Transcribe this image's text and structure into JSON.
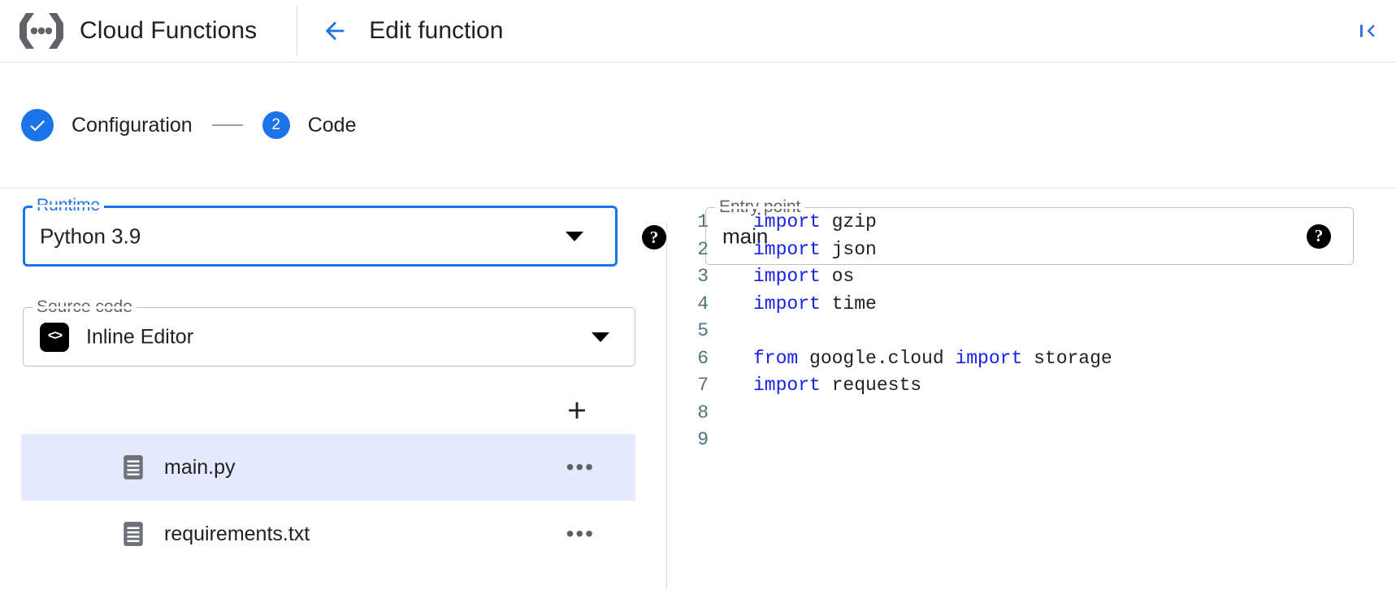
{
  "header": {
    "logo_icon": "cloud-functions-logo",
    "brand": "Cloud Functions",
    "back_icon": "arrow-left-icon",
    "page_title": "Edit function",
    "collapse_icon": "collapse-panel-left-icon"
  },
  "stepper": {
    "steps": [
      {
        "label": "Configuration",
        "state": "complete",
        "marker": "check-icon"
      },
      {
        "label": "Code",
        "state": "active",
        "marker": "2"
      }
    ],
    "connector": "—",
    "accent_color": "#1a73e8"
  },
  "form": {
    "runtime": {
      "label": "Runtime",
      "value": "Python 3.9",
      "focused": true,
      "dropdown_icon": "chevron-down-icon",
      "help_icon": "help-icon",
      "help_label": "?"
    },
    "entry_point": {
      "label": "Entry point",
      "value": "main",
      "placeholder": "main",
      "focused": false,
      "help_icon": "help-icon",
      "help_label": "?"
    },
    "source_code": {
      "label": "Source code",
      "value": "Inline Editor",
      "badge_icon": "inline-editor-code-icon",
      "badge_label": "<>",
      "dropdown_icon": "chevron-down-icon"
    }
  },
  "files": {
    "add_icon": "plus-icon",
    "add_label": "+",
    "more_label": "•••",
    "items": [
      {
        "name": "main.py",
        "icon": "file-icon",
        "selected": true
      },
      {
        "name": "requirements.txt",
        "icon": "file-icon",
        "selected": false
      }
    ]
  },
  "editor": {
    "lines": [
      {
        "num": "1",
        "tokens": [
          {
            "t": "import",
            "k": true
          },
          {
            "t": " gzip",
            "k": false
          }
        ]
      },
      {
        "num": "2",
        "tokens": [
          {
            "t": "import",
            "k": true
          },
          {
            "t": " json",
            "k": false
          }
        ]
      },
      {
        "num": "3",
        "tokens": [
          {
            "t": "import",
            "k": true
          },
          {
            "t": " os",
            "k": false
          }
        ]
      },
      {
        "num": "4",
        "tokens": [
          {
            "t": "import",
            "k": true
          },
          {
            "t": " time",
            "k": false
          }
        ]
      },
      {
        "num": "5",
        "tokens": []
      },
      {
        "num": "6",
        "tokens": [
          {
            "t": "from",
            "k": true
          },
          {
            "t": " google.cloud ",
            "k": false
          },
          {
            "t": "import",
            "k": true
          },
          {
            "t": " storage",
            "k": false
          }
        ]
      },
      {
        "num": "7",
        "tokens": [
          {
            "t": "import",
            "k": true
          },
          {
            "t": " requests",
            "k": false
          }
        ]
      },
      {
        "num": "8",
        "tokens": []
      },
      {
        "num": "9",
        "tokens": []
      }
    ]
  },
  "colors": {
    "accent": "#1a73e8",
    "selected_row": "#e4eafb",
    "keyword": "#1721e8",
    "line_number": "#4c7580",
    "border": "#bdc1c6"
  }
}
